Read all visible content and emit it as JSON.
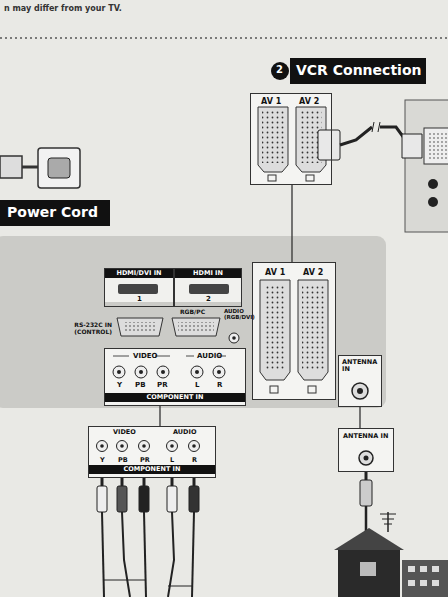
{
  "diagram": {
    "nodes": [
      {
        "text": [
          "Power Cord"
        ]
      },
      {
        "text": [
          "VCR Connection"
        ]
      },
      {
        "text": [
          "AV 1",
          "AV 2"
        ]
      },
      {
        "text": [
          "HDMI/DVI IN",
          "1"
        ]
      },
      {
        "text": [
          "HDMI IN",
          "2"
        ]
      },
      {
        "text": [
          "VIDEO",
          "AUDIO",
          "Y",
          "PB",
          "PR",
          "L",
          "R",
          "COMPONENT IN"
        ]
      },
      {
        "text": [
          "AV 1",
          "AV 2"
        ]
      },
      {
        "text": [
          "ANTENNA IN"
        ]
      },
      {
        "text": [
          "VIDEO",
          "AUDIO",
          "Y",
          "PB",
          "PR",
          "L",
          "R",
          "COMPONENT IN"
        ]
      },
      {
        "text": [
          "ANTENNA IN"
        ]
      }
    ],
    "edges": [
      {
        "from": 2,
        "to": 6,
        "arrow": "none"
      },
      {
        "from": 5,
        "to": 8,
        "arrow": "none"
      },
      {
        "from": 7,
        "to": 9,
        "arrow": "none"
      }
    ],
    "labels": [
      "n may differ from your TV.",
      "2",
      "RS-232C IN (CONTROL)",
      "RGB/PC",
      "AUDIO (RGB/DVI)"
    ]
  }
}
